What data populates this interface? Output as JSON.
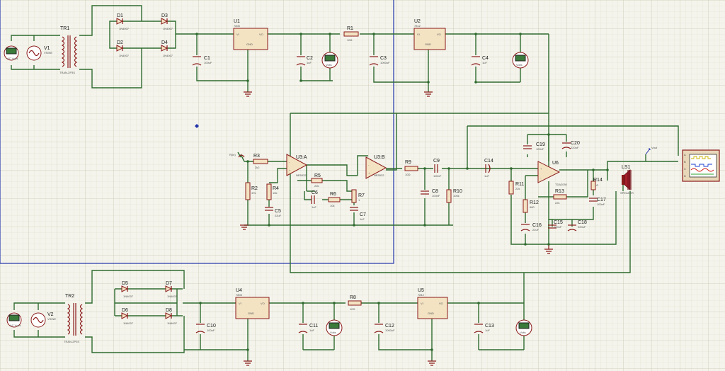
{
  "labels": {
    "tr1": "TR1",
    "tr1_sub": "TRAN-2P3S",
    "v1": "V1",
    "v1_sub": "VSINE",
    "d1": "D1",
    "d2": "D2",
    "d3": "D3",
    "d4": "D4",
    "u1": "U1",
    "u1_sub": "7805",
    "c1": "C1",
    "c1_val": "100uF",
    "c2": "C2",
    "c2_val": "1uF",
    "r1": "R1",
    "r1_val": "10Ω",
    "u2": "U2",
    "u2_sub": "7812",
    "c3": "C3",
    "c3_val": "1000uF",
    "c4": "C4",
    "c4_val": "1uF",
    "r2": "R2",
    "r2_val": "47k",
    "r3": "R3",
    "r3_val": "2k2",
    "r4": "R4",
    "r4_val": "10k",
    "c5": "C5",
    "c5_val": "22uF",
    "u3a": "U3:A",
    "u3a_sub": "NE5532",
    "r5": "R5",
    "r5_val": "22k",
    "c6": "C6",
    "c6_val": "1uF",
    "r6": "R6",
    "r6_val": "10k",
    "u3b": "U3:B",
    "u3b_sub": "NE5532",
    "r7": "R7",
    "r7_val": "1",
    "c7": "C7",
    "c7_val": "1uF",
    "r9": "R9",
    "r9_val": "10Ω",
    "c9": "C9",
    "c9_val": "100nF",
    "c8": "C8",
    "c8_val": "100nF",
    "r10": "R10",
    "r10_val": "100k",
    "c14": "C14",
    "c14_val": "1uF",
    "c19": "C19",
    "c19_val": "100nF",
    "c20": "C20",
    "c20_val": "220uF",
    "u6": "U6",
    "u6_sub": "TDA2050",
    "r11": "R11",
    "r11_val": "22k",
    "r12": "R12",
    "r12_val": "680",
    "r13": "R13",
    "r13_val": "22k",
    "c15": "C15",
    "c15_val": "100nF",
    "c16": "C16",
    "c16_val": "22uF",
    "c18": "C18",
    "c18_val": "220uF",
    "r14": "R14",
    "r14_val": "1Ω",
    "c17": "C17",
    "c17_val": "100nF",
    "ls1": "LS1",
    "ls1_sub": "SPEAKER",
    "vout": "Vout",
    "rin": "R(in)",
    "scope_a": "A",
    "scope_b": "B",
    "scope_c": "C",
    "scope_d": "D",
    "tr2": "TR2",
    "tr2_sub": "TRAN-2P3S",
    "v2": "V2",
    "v2_sub": "VSINE",
    "d5": "D5",
    "d6": "D6",
    "d7": "D7",
    "d8": "D8",
    "u4": "U4",
    "u4_sub": "7805",
    "c10": "C10",
    "c10_val": "100uF",
    "c11": "C11",
    "c11_val": "1uF",
    "r8": "R8",
    "r8_val": "10Ω",
    "u5": "U5",
    "u5_sub": "7812",
    "c12": "C12",
    "c12_val": "1000uF",
    "c13": "C13",
    "c13_val": "1uF",
    "diode_part": "1N4007",
    "meter_ac": "AC Volts",
    "meter_dc": "Volts",
    "reg_gnd": "GND",
    "reg_vi": "VI",
    "reg_vo": "VO"
  }
}
